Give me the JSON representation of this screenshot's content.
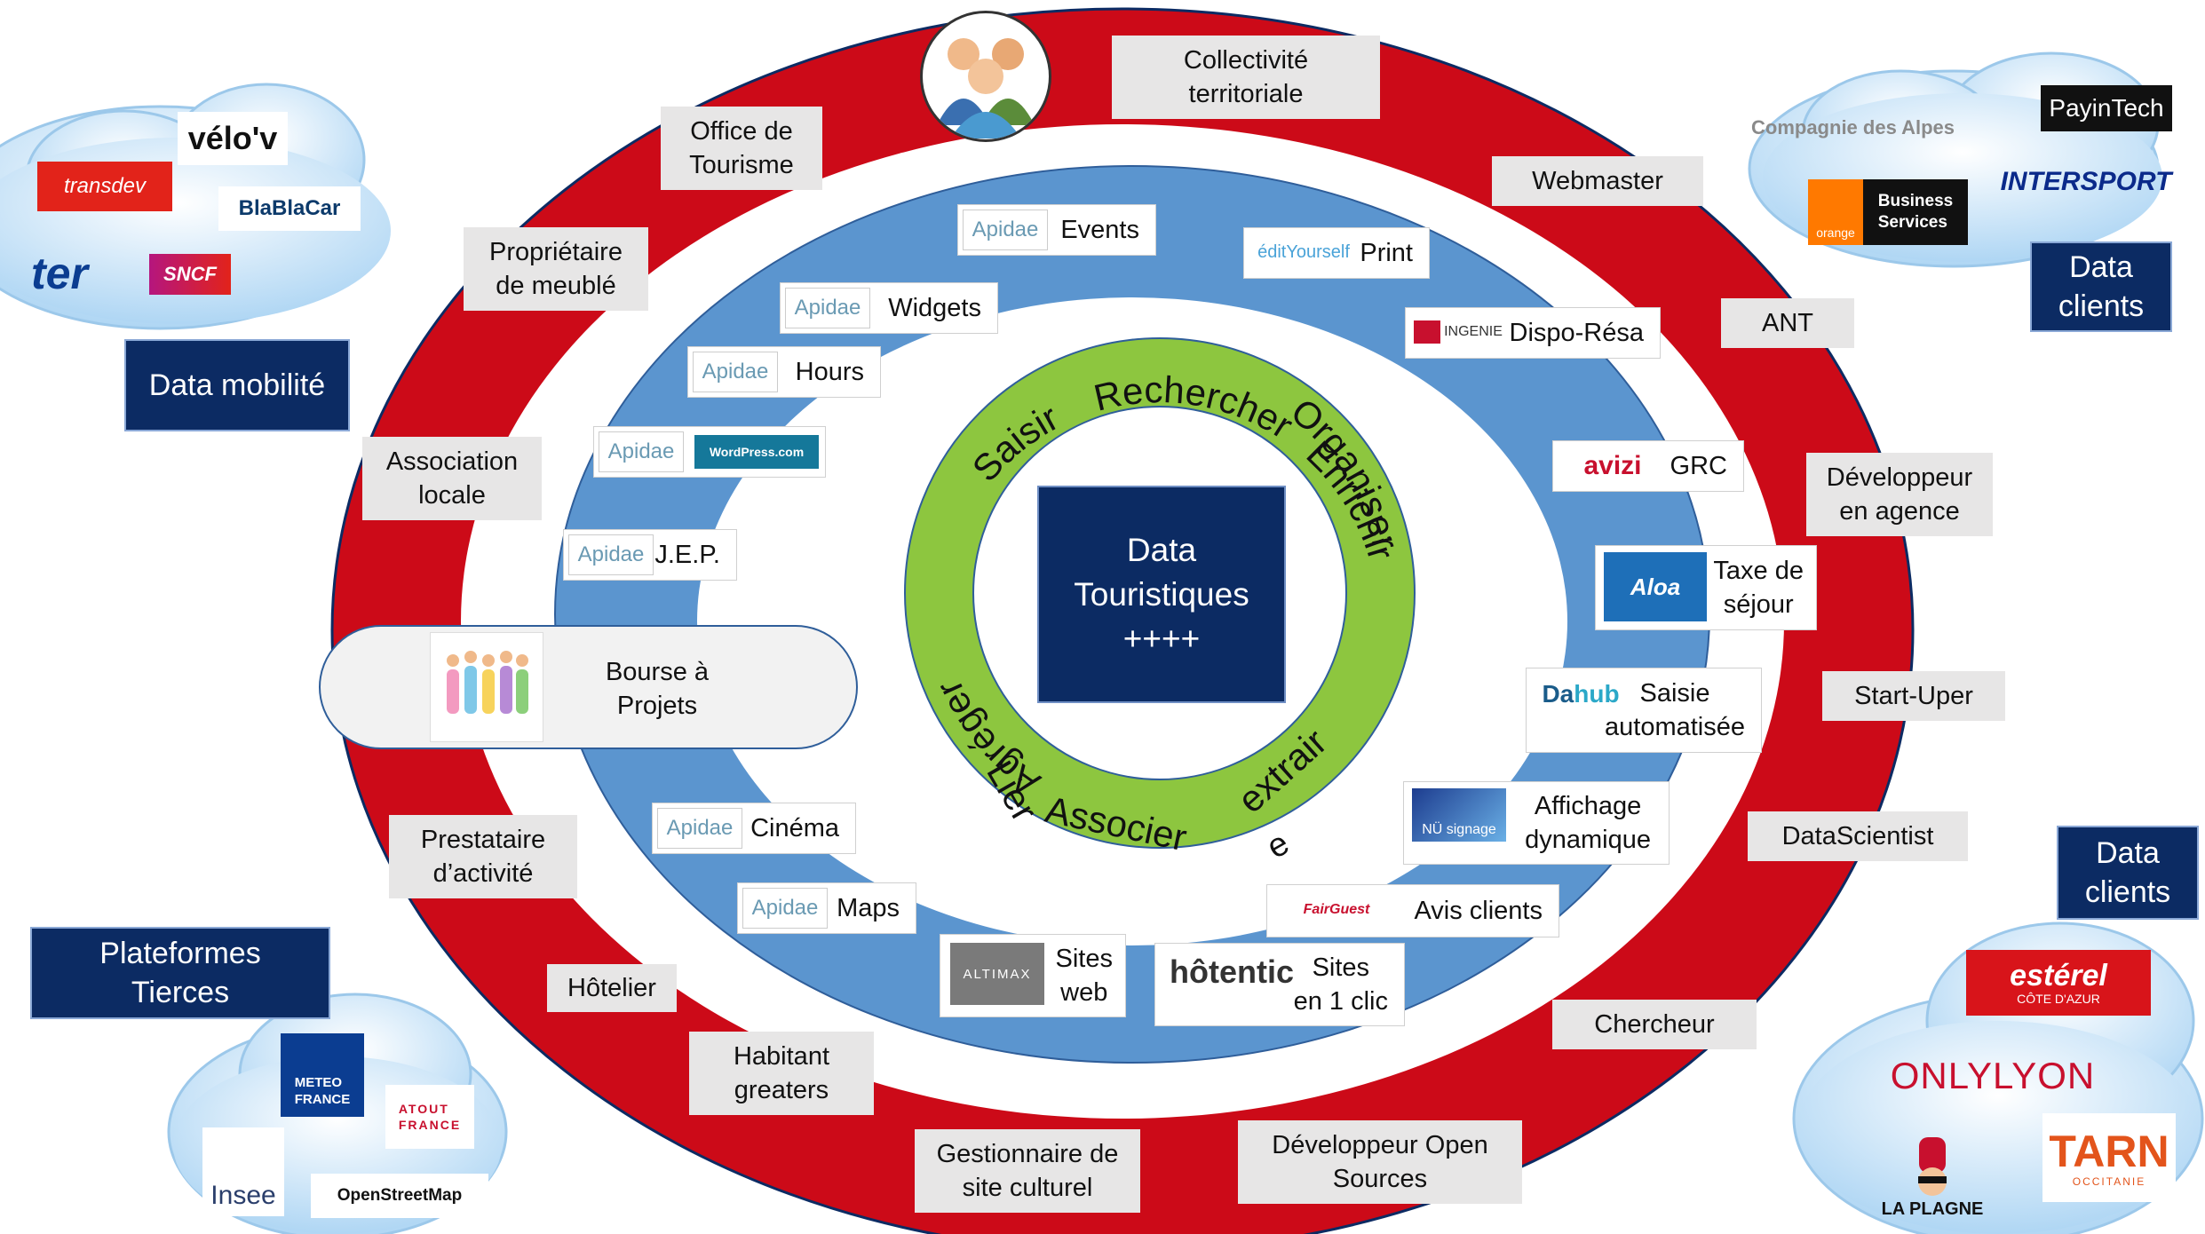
{
  "center": {
    "title": "Data\nTouristiques\n++++"
  },
  "verbs": {
    "rechercher": "Rechercher",
    "enrichir": "Enrichir",
    "organiser": "Organiser",
    "extraire": "extrair",
    "extraire_e": "e",
    "associer": "Associer",
    "lier": "Lier",
    "agreger": "Agréger",
    "saisir": "Saisir"
  },
  "outer_ring": {
    "collectivite": "Collectivité\nterritoriale",
    "office": "Office de\nTourisme",
    "proprietaire": "Propriétaire\nde meublé",
    "association": "Association\nlocale",
    "prestataire": "Prestataire\nd’activité",
    "hotelier": "Hôtelier",
    "habitant": "Habitant\ngreaters",
    "gestionnaire": "Gestionnaire de\nsite culturel",
    "dev_open": "Développeur Open\nSources",
    "chercheur": "Chercheur",
    "datascientist": "DataScientist",
    "startuper": "Start-Uper",
    "dev_agence": "Développeur\nen agence",
    "ant": "ANT",
    "webmaster": "Webmaster"
  },
  "blue_ring": {
    "events": "Events",
    "widgets": "Widgets",
    "hours": "Hours",
    "wordpress": "WordPress.com",
    "jep": "J.E.P.",
    "bourse": "Bourse à\nProjets",
    "cinema": "Cinéma",
    "maps": "Maps",
    "sites_web": "Sites\nweb",
    "sites_clic": "Sites\nen 1 clic",
    "avis": "Avis clients",
    "affichage": "Affichage\ndynamique",
    "saisie": "Saisie\nautomatisée",
    "taxe": "Taxe de\nséjour",
    "grc": "GRC",
    "dispo": "Dispo-Résa",
    "print": "Print"
  },
  "logos": {
    "apidae": "Apidae",
    "edit_yourself": "éditYourself",
    "ingenie": "INGENIE",
    "avizi": "avizi",
    "aloa": "Aloa",
    "dahub_da": "Da",
    "dahub_hub": "hub",
    "nu_signage": "NÜ signage",
    "fairguest": "FairGuest",
    "hotentic": "hôtentic",
    "altimax": "ALTIMAX",
    "velov": "vélo'v",
    "transdev": "transdev",
    "blablacar": "BlaBlaCar",
    "ter": "ter",
    "sncf": "SNCF",
    "compagnie_alpes": "Compagnie des Alpes",
    "payintech": "PayinTech",
    "intersport": "INTERSPORT",
    "orange": "orange",
    "orange_bs": "Business\nServices",
    "meteo": "METEO\nFRANCE",
    "atout": "ATOUT\nFRANCE",
    "insee": "Insee",
    "osm": "OpenStreetMap",
    "esterel": "estérel",
    "esterel_sub": "CÔTE D'AZUR",
    "onlylyon": "ONLYLYON",
    "laplagne": "LA PLAGNE",
    "tarn": "TARN",
    "tarn_sub": "OCCITANIE"
  },
  "side_labels": {
    "data_mobilite": "Data mobilité",
    "data_clients_top": "Data\nclients",
    "data_clients_bottom": "Data\nclients",
    "plateformes": "Plateformes\nTierces"
  },
  "colors": {
    "red": "#cc0a18",
    "blue": "#5b95cf",
    "green": "#8dc63f",
    "navy": "#0c2b63",
    "gray": "#e7e6e6"
  }
}
